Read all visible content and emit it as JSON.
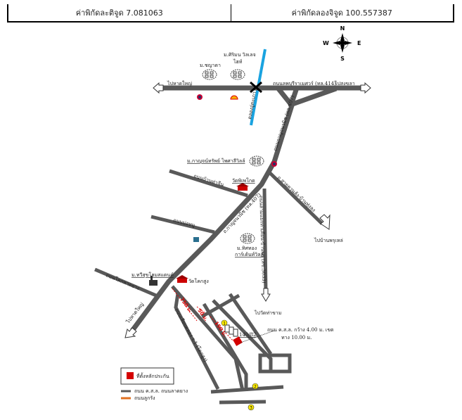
{
  "header": {
    "latitude_label": "ค่าพิกัดละติจูด 7.081063",
    "longitude_label": "ค่าพิกัดลองจิจูด 100.557387"
  },
  "compass": {
    "n": "N",
    "s": "S",
    "e": "E",
    "w": "W"
  },
  "labels": {
    "to_hatyai_top": "ไปหาดใหญ่",
    "main_road": "ถนนลพบุรีราเมศวร์ (ทล.414)",
    "to_songkhla": "ไปสงขลา",
    "village_1": "ม.ชญาดา",
    "village_2a": "ม.ศิริมน วิลเลจ",
    "village_2b": "ไฮท์",
    "canal": "คลองอู่ตะเภา",
    "road_407": "ถนนกาญจนวนิช (ทล.407)",
    "village_3": "ม.กาญจน์ทรัพย์ ไพศาลีวิลล์",
    "road_tha_chin": "ถนนบ้านท่าจีน",
    "temple_1": "วัดพิเพโกด",
    "road_east": "ถ.สายควนลัง-บ้านทุ่งลุง",
    "to_east": "ไปบ้านพรุเหล่",
    "road_bo": "ถนนบ่อหมู",
    "road_407b": "ถ.กาญจนวนิช (ทล.407)",
    "road_3033": "ถนนสามแยกท่าเคียน-บ้านพรุ (สข.3033)",
    "village_4a": "ม.ทิศทอง",
    "village_4b": "การ์เด้นท์วิลล์",
    "to_tha_kham": "ไปวัดท่าขาม",
    "village_5": "ม.ทวีสุขโฮมสแตนด์",
    "road_khok": "ถนนโคกหาดยาง",
    "temple_2": "วัดโคกสูง",
    "to_hatyai_bottom": "ไปหาดใหญ่",
    "road_side": "ถนนเลียบคลอง ร.1 (โคกสูง)",
    "dist_1": "750 ม.",
    "dist_2": "50 ม.",
    "dist_3": "150 ม.",
    "house_no": "140/82",
    "road_note_1": "ถนน ค.ส.ล. กว้าง 4.00 ม. เขต",
    "road_note_2": "ทาง 10.00 ม.",
    "marker_1": "1",
    "marker_2": "2",
    "marker_3": "3"
  },
  "legend": {
    "site": "ที่ตั้งหลักประกัน",
    "paved": "ถนน ค.ส.ล. ถนนลาดยาง",
    "laterite": "ถนนลูกรัง"
  },
  "colors": {
    "road": "#595959",
    "canal": "#1aa3e0",
    "site": "#d40000",
    "laterite": "#e07020",
    "marker": "#ffee00"
  }
}
